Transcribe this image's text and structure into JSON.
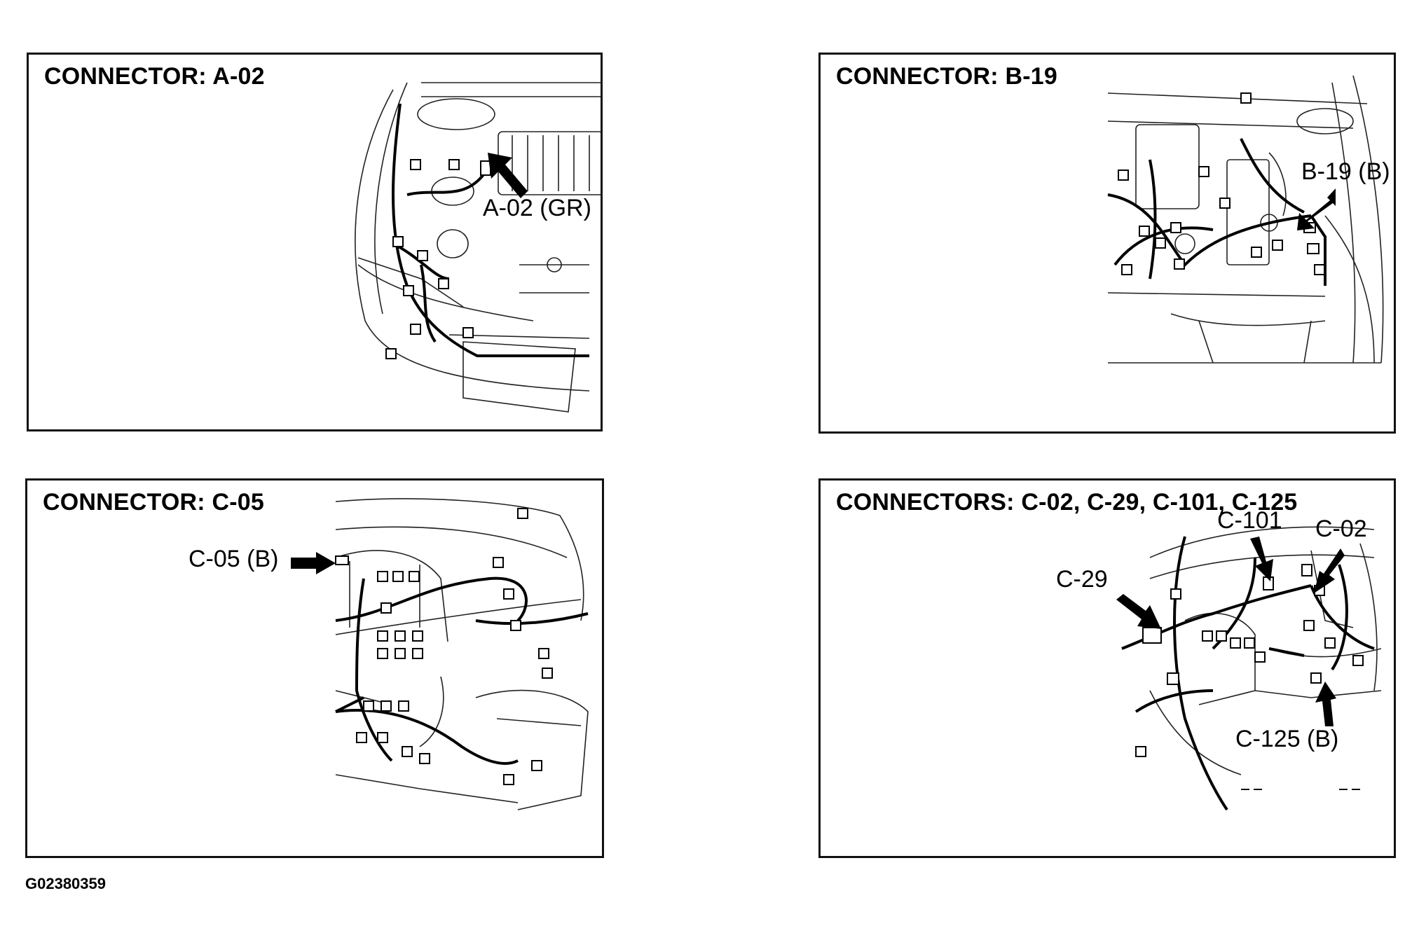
{
  "panels": [
    {
      "title": "CONNECTOR: A-02",
      "callouts": [
        "A-02 (GR)"
      ]
    },
    {
      "title": "CONNECTOR: B-19",
      "callouts": [
        "B-19 (B)"
      ]
    },
    {
      "title": "CONNECTOR: C-05",
      "callouts": [
        "C-05 (B)"
      ]
    },
    {
      "title": "CONNECTORS: C-02, C-29, C-101, C-125",
      "callouts": [
        "C-101",
        "C-02",
        "C-29",
        "C-125 (B)"
      ]
    }
  ],
  "footer": {
    "code": "G02380359"
  }
}
